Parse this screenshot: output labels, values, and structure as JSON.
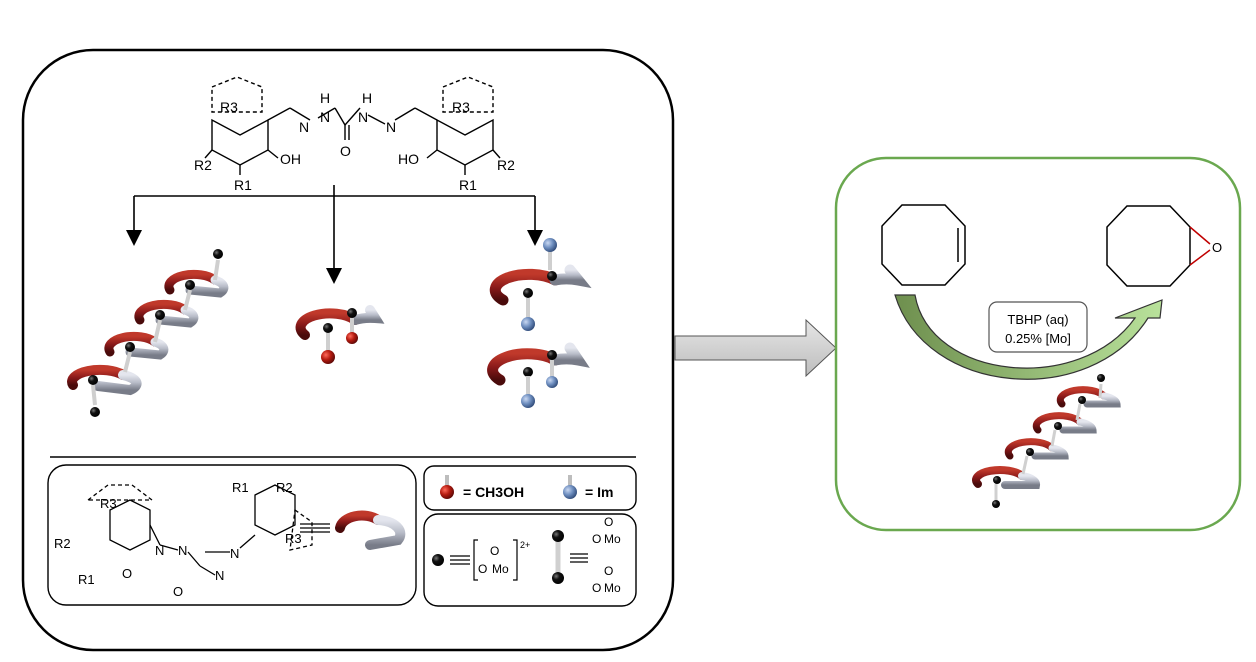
{
  "ligand_top": {
    "labels": [
      "R3",
      "N",
      "H",
      "N",
      "H",
      "N",
      "N",
      "O",
      "R3",
      "R2",
      "OH",
      "HO",
      "R2",
      "R1",
      "R1"
    ]
  },
  "legend": {
    "methanol_label": "= CH3OH",
    "imidazole_label": "= Im",
    "mo_charge": "2+",
    "mo_unit": [
      "O",
      "Mo",
      "O"
    ],
    "bridge_unit": [
      "O",
      "Mo",
      "O",
      "O",
      "Mo"
    ]
  },
  "ligand_bottom": {
    "labels": [
      "R3",
      "R2",
      "R1",
      "N",
      "N",
      "N",
      "N",
      "O",
      "O",
      "R1",
      "R2",
      "R3"
    ]
  },
  "reaction": {
    "conditions_line1": "TBHP (aq)",
    "conditions_line2": "0.25% [Mo]",
    "epoxide_oxygen": "O"
  },
  "colors": {
    "red_arc": "#8b1a1a",
    "grey_arc": "#b8bcc8",
    "blue_ball": "#6f8fc0",
    "green_frame": "#6aa84f",
    "arrow_grey": "#d0d0d0",
    "curved_arrow_start": "#6e8f4e",
    "curved_arrow_end": "#b9e29b"
  },
  "icons": [
    "helix-chain-icon",
    "mo-center-icon",
    "methanol-ball-icon",
    "imidazole-ball-icon",
    "cyclooctene-icon",
    "epoxide-icon"
  ]
}
